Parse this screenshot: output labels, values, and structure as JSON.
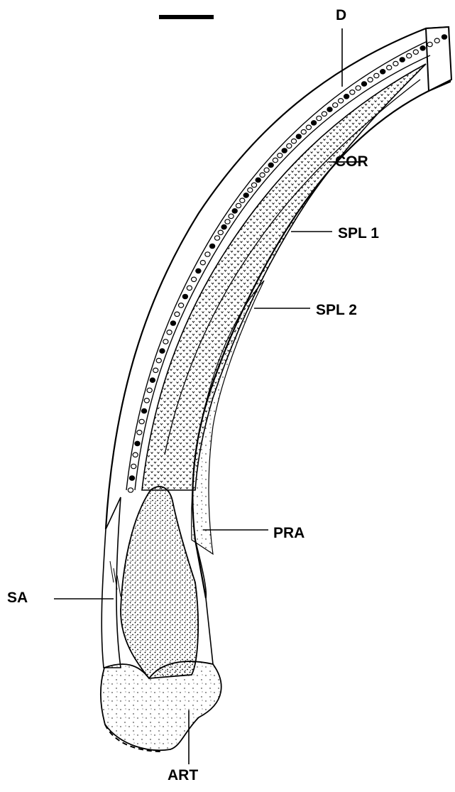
{
  "labels": {
    "d": "D",
    "cor": "COR",
    "spl1": "SPL 1",
    "spl2": "SPL 2",
    "pra": "PRA",
    "sa": "SA",
    "art": "ART"
  },
  "colors": {
    "ink": "#000000",
    "paper": "#ffffff"
  }
}
